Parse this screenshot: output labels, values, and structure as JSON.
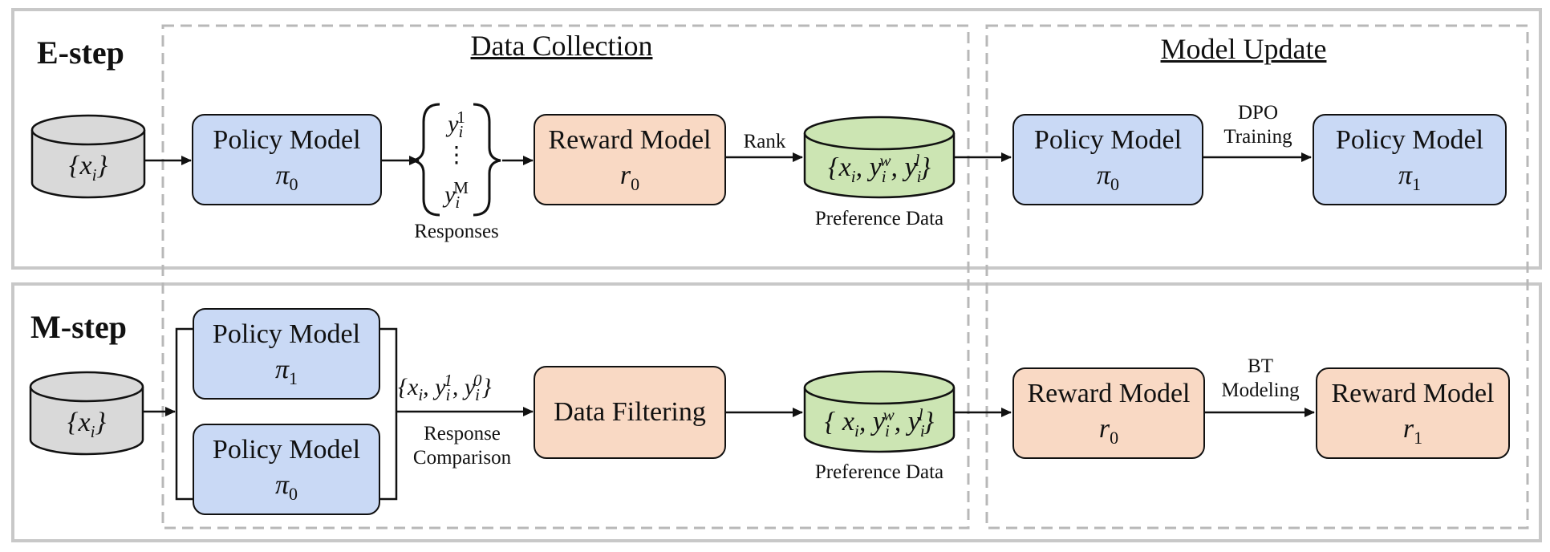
{
  "sections": {
    "data_collection": "Data Collection",
    "model_update": "Model Update"
  },
  "e_step": {
    "label": "E-step",
    "input_db": "{x_i}",
    "policy": {
      "title": "Policy Model",
      "symbol": "π",
      "sub": "0"
    },
    "responses": {
      "top": "y",
      "top_sup": "1",
      "top_sub": "i",
      "dots": "⋮",
      "bottom": "y",
      "bottom_sup": "M",
      "bottom_sub": "i",
      "caption": "Responses"
    },
    "reward": {
      "title": "Reward Model",
      "symbol": "r",
      "sub": "0"
    },
    "rank_label": "Rank",
    "pref_db": {
      "text": "{x_i, y_i^w, y_i^l}",
      "caption": "Preference Data"
    },
    "update_from": {
      "title": "Policy Model",
      "symbol": "π",
      "sub": "0"
    },
    "update_edge": {
      "line1": "DPO",
      "line2": "Training"
    },
    "update_to": {
      "title": "Policy Model",
      "symbol": "π",
      "sub": "1"
    }
  },
  "m_step": {
    "label": "M-step",
    "input_db": "{x_i}",
    "policy_a": {
      "title": "Policy Model",
      "symbol": "π",
      "sub": "1"
    },
    "policy_b": {
      "title": "Policy Model",
      "symbol": "π",
      "sub": "0"
    },
    "comparison_set": "{x_i, y_i^1, y_i^0}",
    "comparison_label": {
      "line1": "Response",
      "line2": "Comparison"
    },
    "filter": {
      "title": "Data Filtering"
    },
    "pref_db": {
      "text": "{ x_i, y_i^w, y_i^l}",
      "caption": "Preference Data"
    },
    "update_from": {
      "title": "Reward Model",
      "symbol": "r",
      "sub": "0"
    },
    "update_edge": {
      "line1": "BT",
      "line2": "Modeling"
    },
    "update_to": {
      "title": "Reward Model",
      "symbol": "r",
      "sub": "1"
    }
  },
  "colors": {
    "policy_fill": "#c9d9f5",
    "reward_fill": "#f9d9c4",
    "pref_db_fill": "#cce5b3",
    "input_db_fill": "#d9d9d9",
    "frame": "#c8c8c8",
    "dashed": "#b8b8b8"
  }
}
